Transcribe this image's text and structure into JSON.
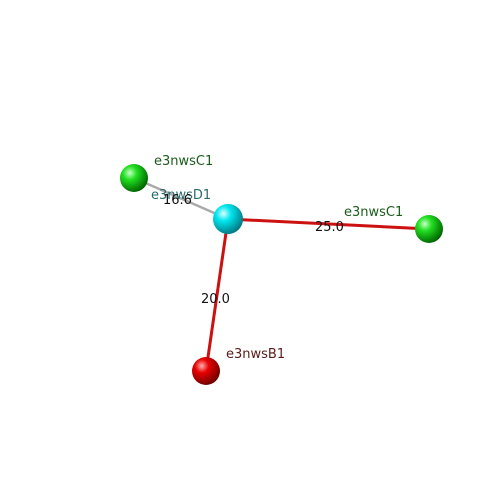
{
  "colors": {
    "green_node": "#00cc00",
    "cyan_node": "#00e5ee",
    "red_node": "#dd0000",
    "red_edge": "#cc1111",
    "gray_edge": "#aaaaaa",
    "green_label": "#1a5c1a",
    "teal_label": "#2a6b6b",
    "maroon_label": "#5c1a1a"
  },
  "nodes": [
    {
      "id": "n-c1-left",
      "label": "e3nwsC1",
      "color": "green"
    },
    {
      "id": "n-d1",
      "label": "e3nwsD1",
      "color": "cyan"
    },
    {
      "id": "n-c1-right",
      "label": "e3nwsC1",
      "color": "green"
    },
    {
      "id": "n-b1",
      "label": "e3nwsB1",
      "color": "red"
    }
  ],
  "edges": [
    {
      "from": "n-d1",
      "to": "n-c1-left",
      "label": "16.6",
      "style": "gray"
    },
    {
      "from": "n-d1",
      "to": "n-c1-right",
      "label": "25.0",
      "style": "red"
    },
    {
      "from": "n-d1",
      "to": "n-b1",
      "label": "20.0",
      "style": "red"
    }
  ]
}
